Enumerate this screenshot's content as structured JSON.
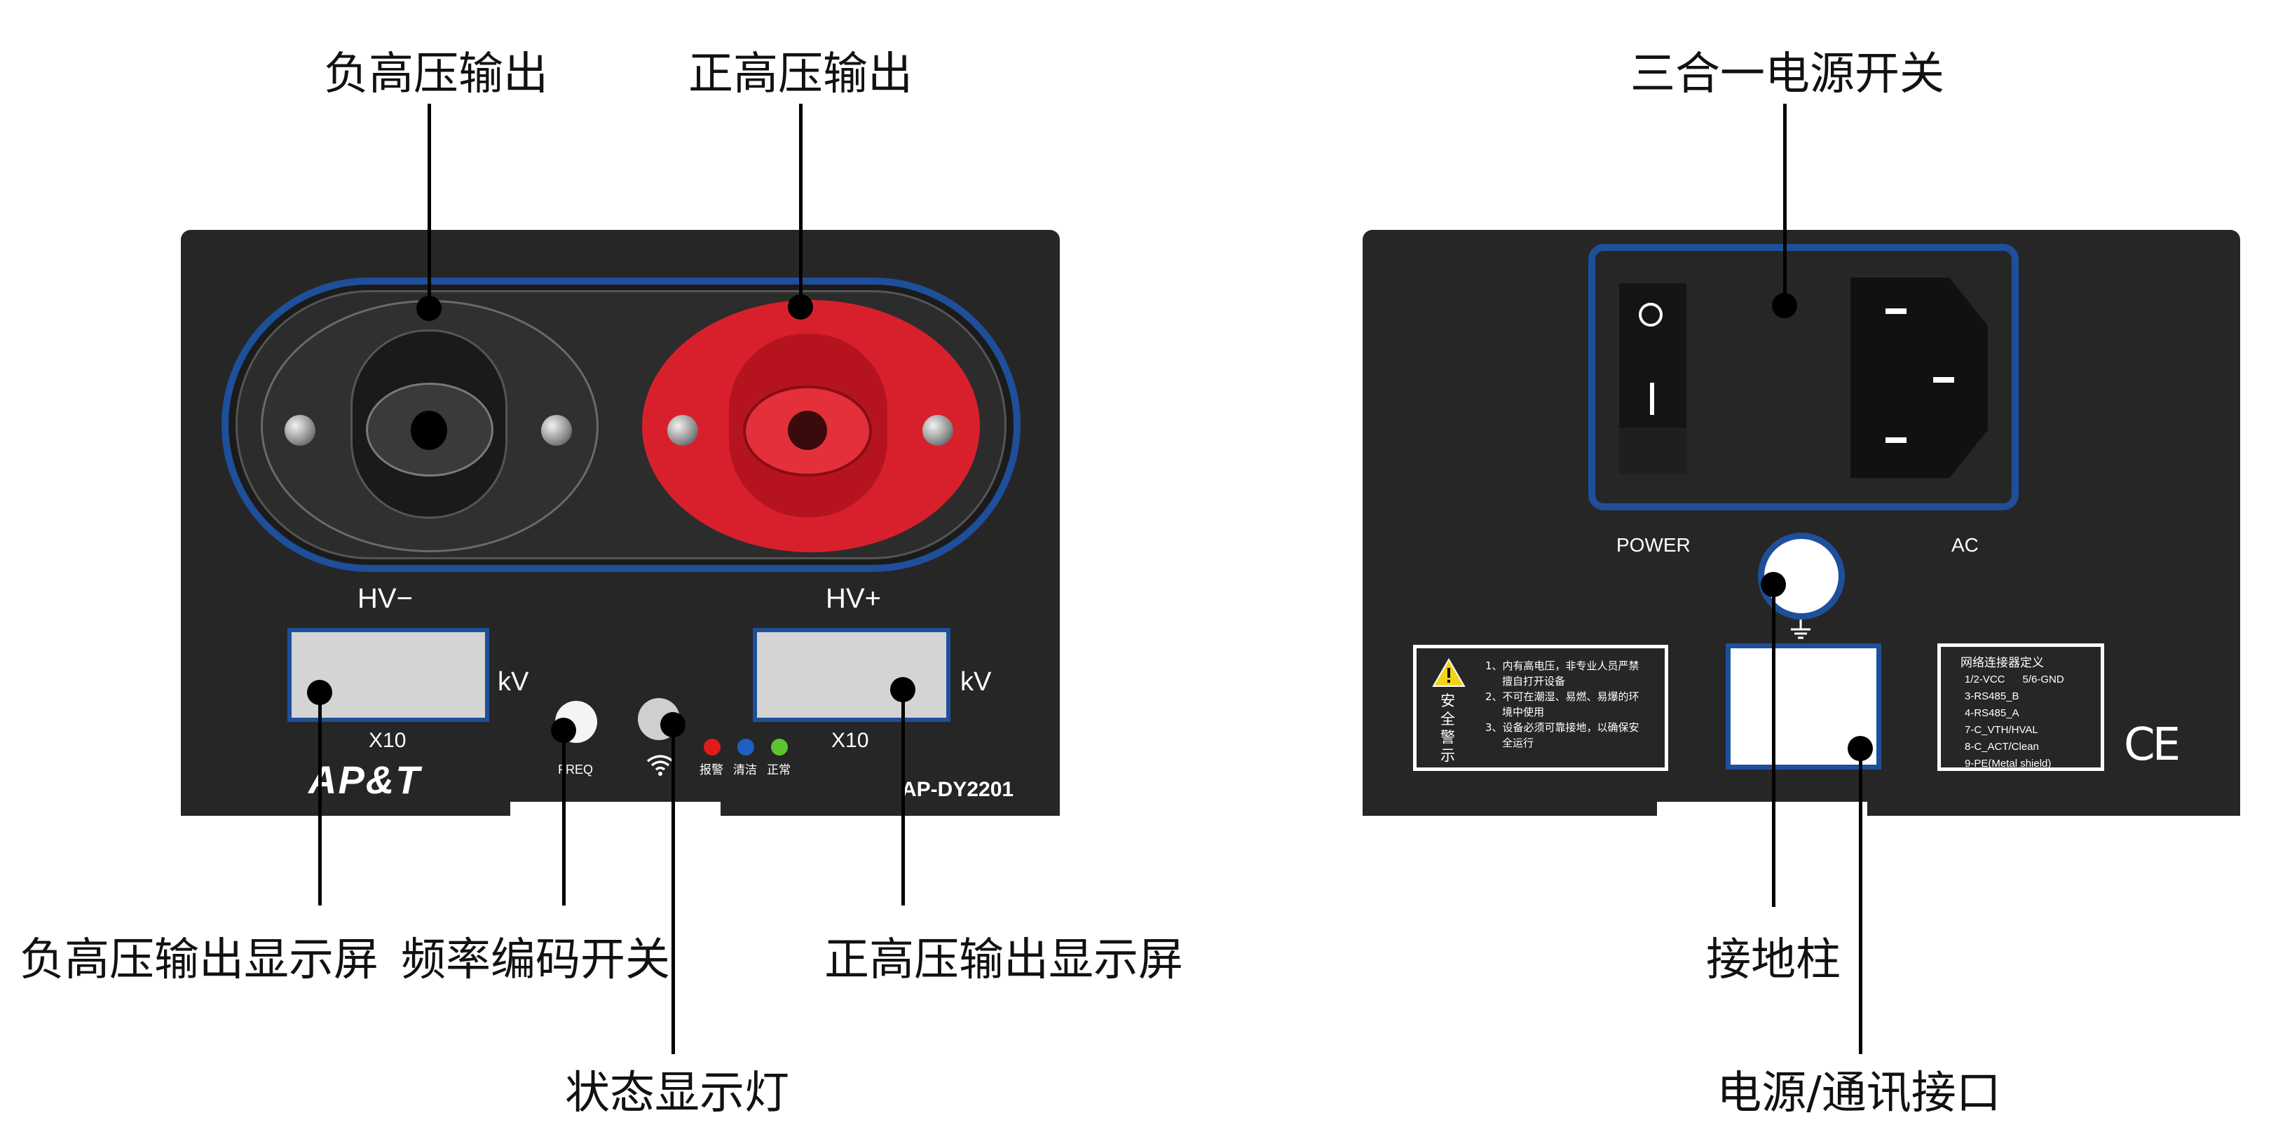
{
  "callouts": {
    "neg_hv_output": "负高压输出",
    "pos_hv_output": "正高压输出",
    "power_switch": "三合一电源开关",
    "neg_hv_display": "负高压输出显示屏",
    "freq_switch": "频率编码开关",
    "status_light": "状态显示灯",
    "pos_hv_display": "正高压输出显示屏",
    "ground_post": "接地柱",
    "power_comm_port": "电源/通讯接口"
  },
  "front_panel": {
    "hv_minus_label": "HV−",
    "hv_plus_label": "HV+",
    "kv_left": "kV",
    "kv_right": "kV",
    "x10_left": "X10",
    "x10_right": "X10",
    "brand": "AP&T",
    "model": "AP-DY2201",
    "freq_label": "FREQ",
    "leds": [
      {
        "label": "报警",
        "color": "#e01b1b"
      },
      {
        "label": "清洁",
        "color": "#1f5fc4"
      },
      {
        "label": "正常",
        "color": "#5cc431"
      }
    ]
  },
  "back_panel": {
    "power_label": "POWER",
    "ac_label": "AC",
    "switch_on_symbol": "I",
    "switch_off_symbol": "O",
    "warning_title": "安全警示",
    "warning_lines": [
      "1、内有高电压，非专业人员严禁",
      "擅自打开设备",
      "2、不可在潮湿、易燃、易爆的环",
      "境中使用",
      "3、设备必须可靠接地，以确保安",
      "全运行"
    ],
    "connector_title": "网络连接器定义",
    "connector_lines": [
      "1/2-VCC      5/6-GND",
      "3-RS485_B",
      "4-RS485_A",
      "7-C_VTH/HVAL",
      "8-C_ACT/Clean",
      "9-PE(Metal shield)"
    ],
    "ce_mark": "CE"
  },
  "colors": {
    "panel": "#262626",
    "accent_blue": "#1e4f9a",
    "red_terminal": "#d8202c",
    "screen": "#d4d4d4"
  }
}
